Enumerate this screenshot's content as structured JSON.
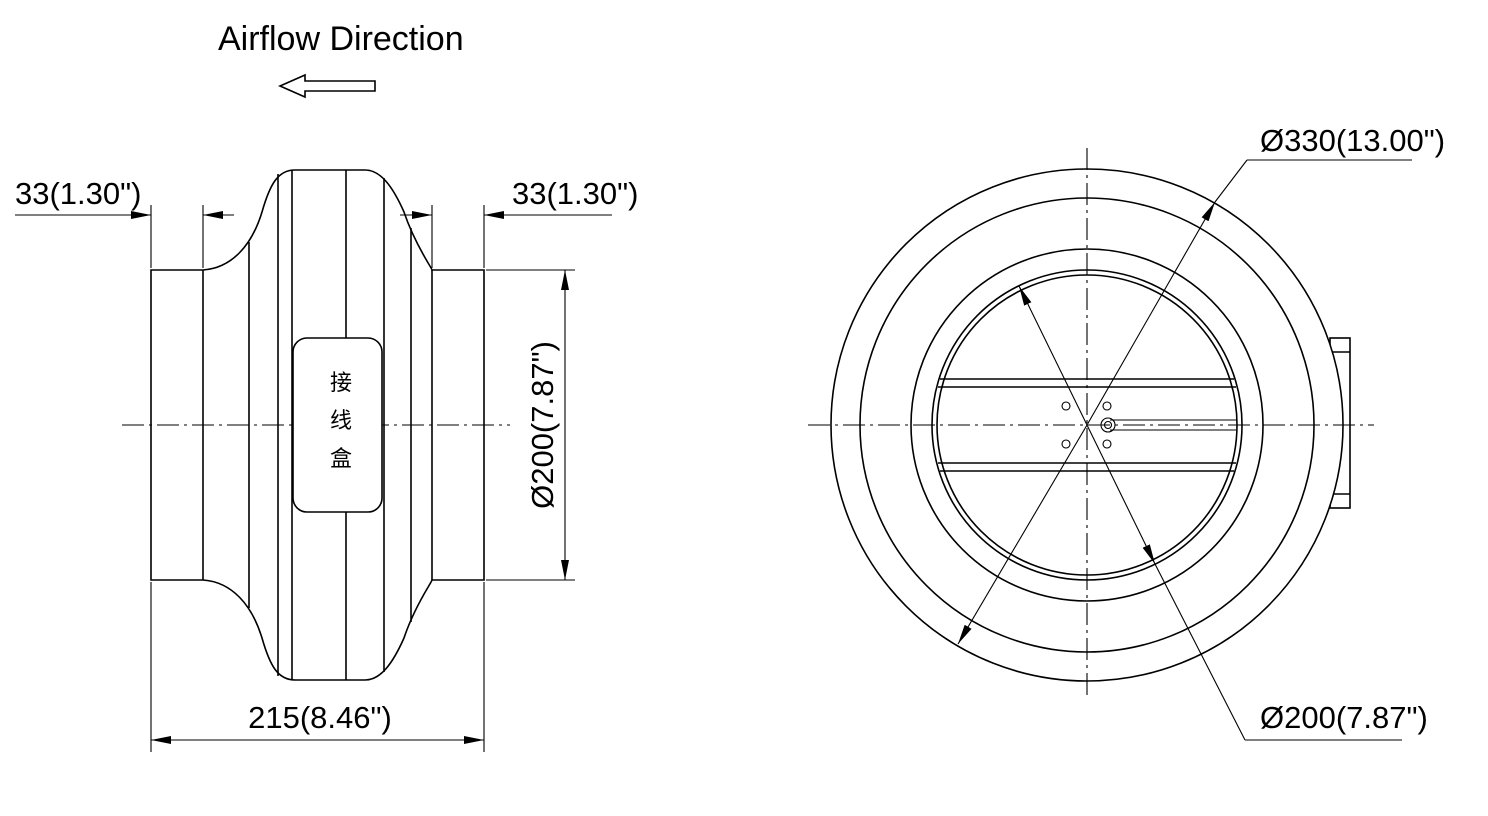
{
  "airflow": {
    "label": "Airflow Direction",
    "arrow_icon": "left-arrow-icon"
  },
  "side_view": {
    "left_spigot_dim": "33(1.30\")",
    "right_spigot_dim": "33(1.30\")",
    "duct_diameter_dim": "Ø200(7.87\")",
    "overall_length_dim": "215(8.46\")",
    "junction_box_label": [
      "接",
      "线",
      "盒"
    ]
  },
  "front_view": {
    "outer_diameter_dim": "Ø330(13.00\")",
    "inlet_diameter_dim": "Ø200(7.87\")"
  }
}
